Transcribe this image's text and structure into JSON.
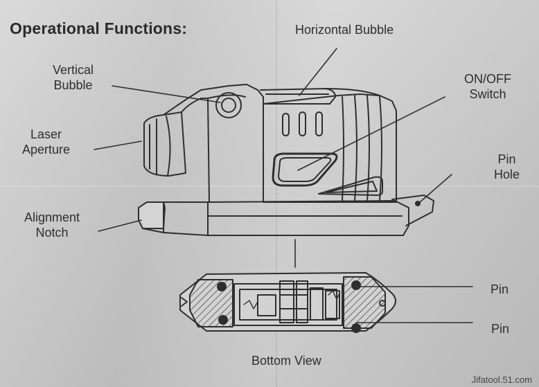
{
  "title": "Operational Functions:",
  "labels": {
    "horizontal_bubble": "Horizontal Bubble",
    "vertical_bubble": [
      "Vertical",
      "Bubble"
    ],
    "on_off_switch": [
      "ON/OFF",
      "Switch"
    ],
    "laser_aperture": [
      "Laser",
      "Aperture"
    ],
    "pin_hole": [
      "Pin",
      "Hole"
    ],
    "alignment_notch": [
      "Alignment",
      "Notch"
    ],
    "pin_top": "Pin",
    "pin_bottom": "Pin",
    "bottom_view": "Bottom View"
  },
  "watermark": "Jifatool.51.com",
  "colors": {
    "paper": "#cfcfcf",
    "ink": "#2e2e2e"
  }
}
